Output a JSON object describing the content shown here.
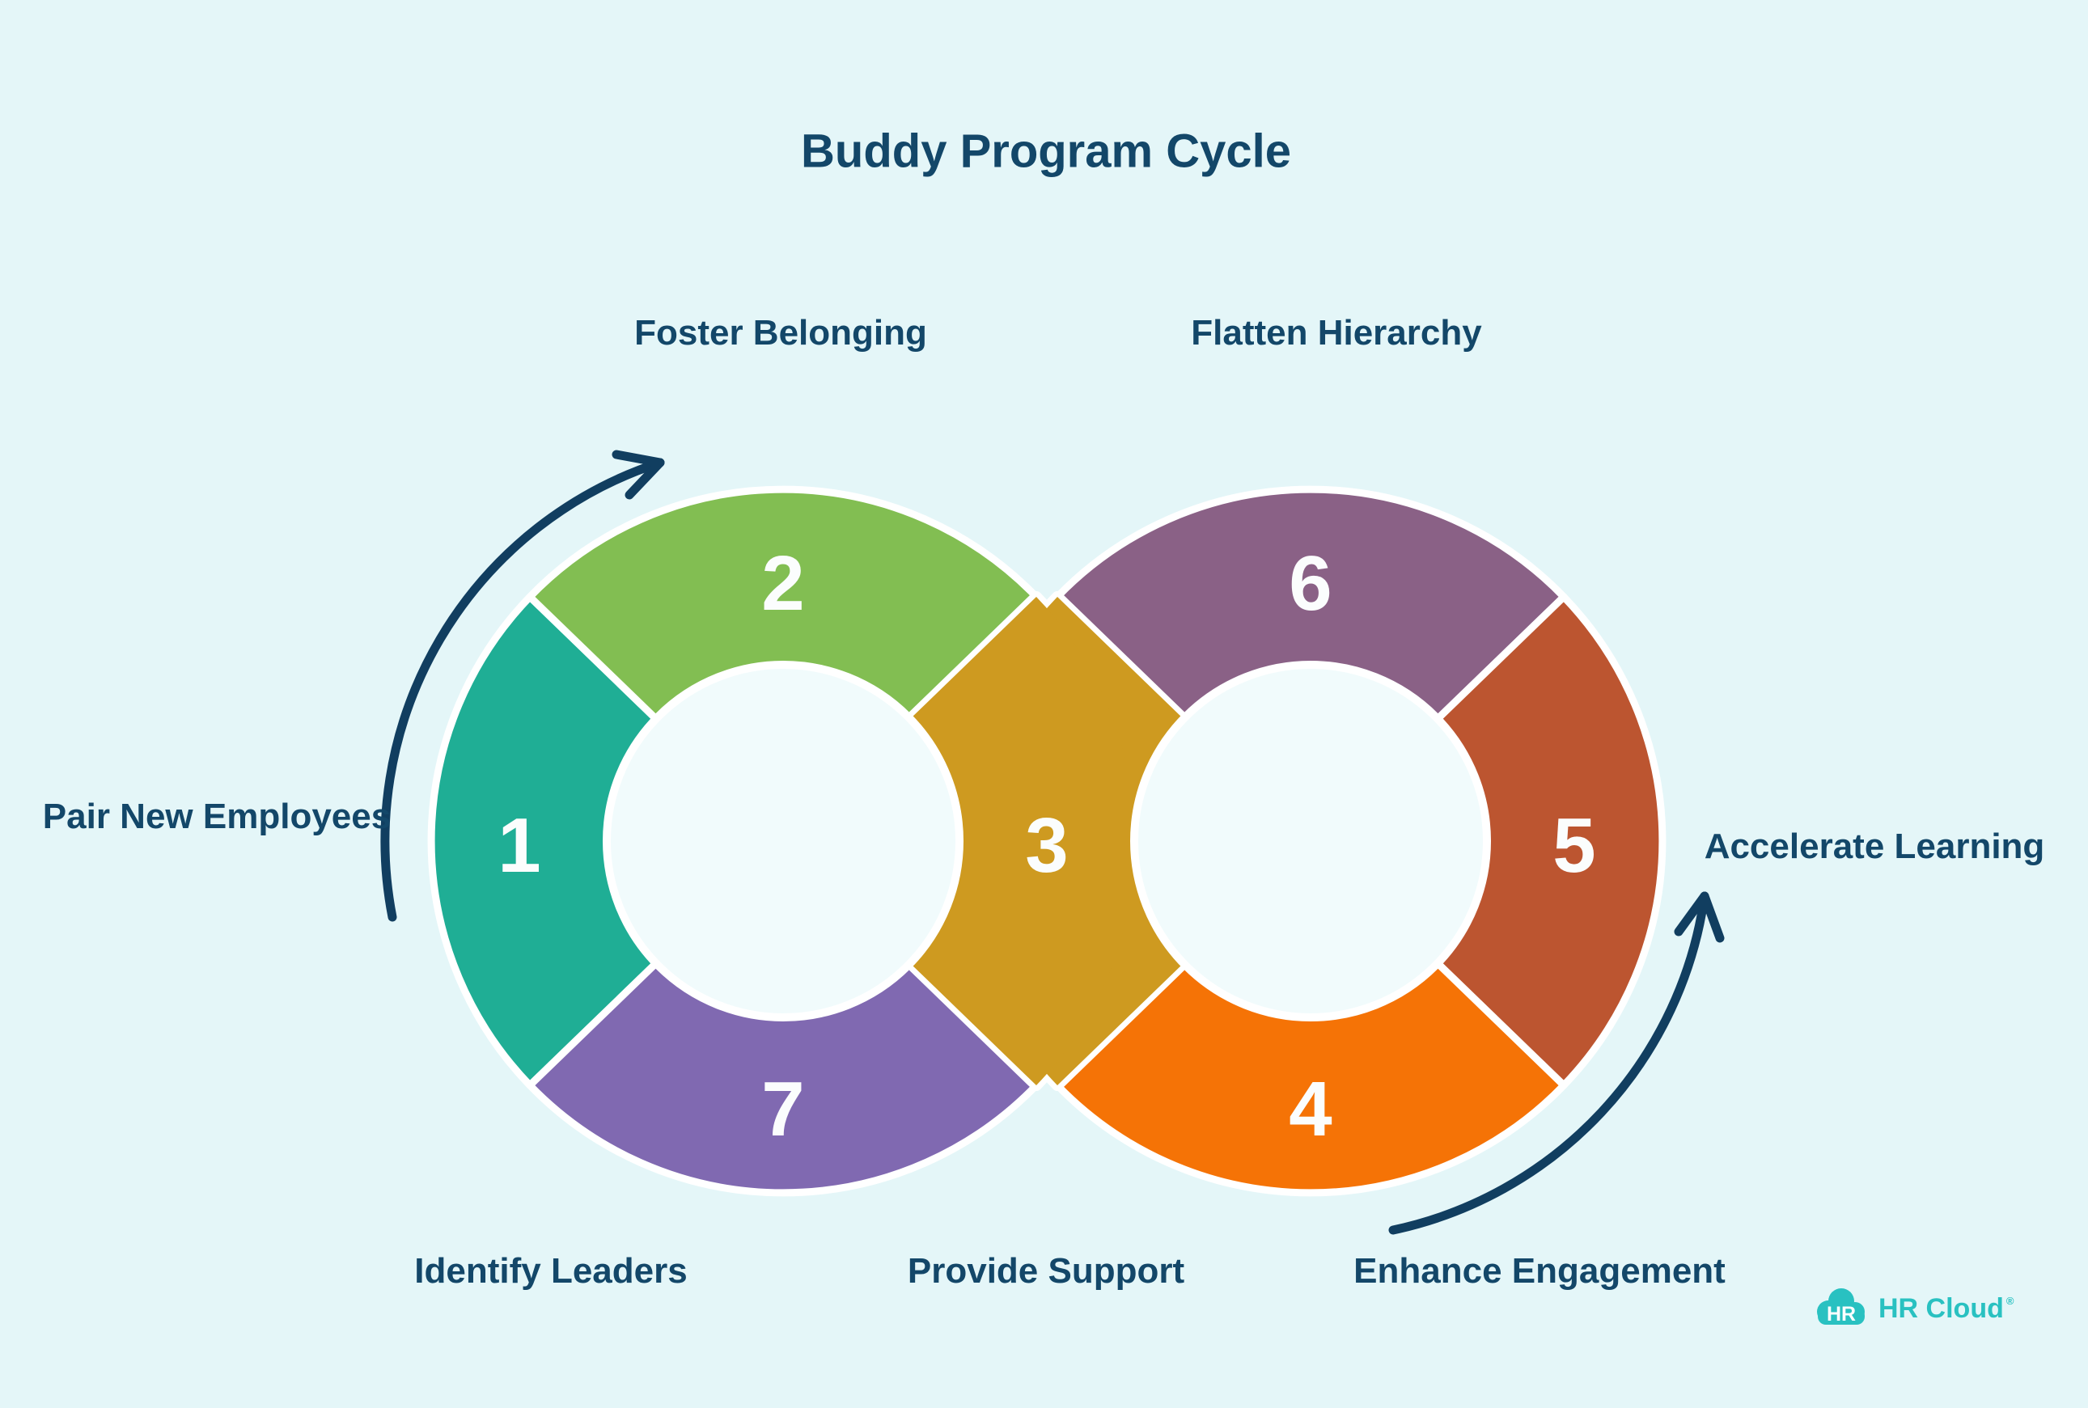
{
  "title": "Buddy Program Cycle",
  "steps": [
    {
      "number": "1",
      "label": "Pair New Employees",
      "color": "#1FAE95"
    },
    {
      "number": "2",
      "label": "Foster Belonging",
      "color": "#82BE52"
    },
    {
      "number": "3",
      "label": "Provide Support",
      "color": "#CE9A20"
    },
    {
      "number": "4",
      "label": "Enhance Engagement",
      "color": "#F57306"
    },
    {
      "number": "5",
      "label": "Accelerate Learning",
      "color": "#BC5530"
    },
    {
      "number": "6",
      "label": "Flatten Hierarchy",
      "color": "#8A6186"
    },
    {
      "number": "7",
      "label": "Identify Leaders",
      "color": "#8069B1"
    }
  ],
  "colors": {
    "background": "#E4F6F8",
    "hole": "#F1FBFC",
    "separator": "#FFFFFF",
    "text_navy": "#134769",
    "arrow": "#113E60"
  },
  "logo": {
    "icon_text": "HR",
    "brand": "HR Cloud",
    "registered": "®",
    "color": "#29C1C1"
  }
}
